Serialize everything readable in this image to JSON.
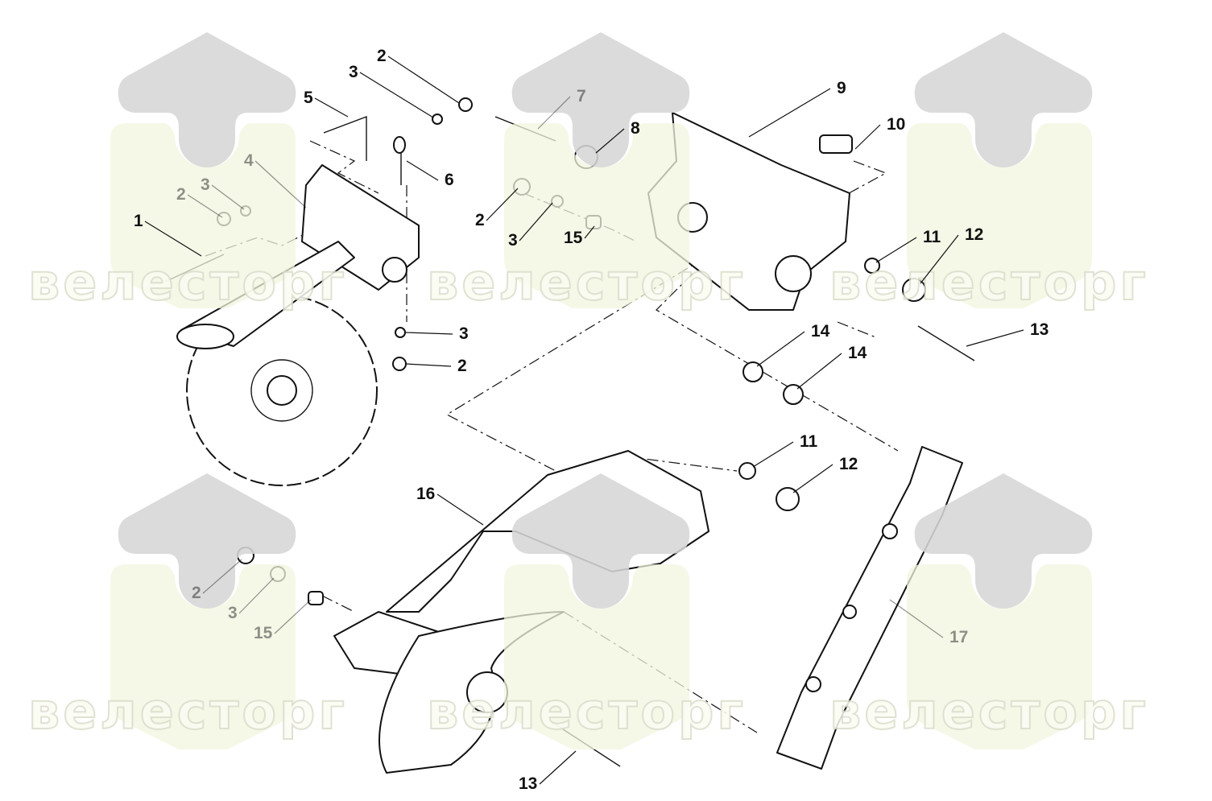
{
  "diagram": {
    "watermark_text": "велесторг",
    "callouts": [
      {
        "label": "2",
        "faded": false
      },
      {
        "label": "3",
        "faded": false
      },
      {
        "label": "5",
        "faded": false
      },
      {
        "label": "4",
        "faded": true
      },
      {
        "label": "3",
        "faded": true
      },
      {
        "label": "2",
        "faded": true
      },
      {
        "label": "1",
        "faded": false
      },
      {
        "label": "6",
        "faded": false
      },
      {
        "label": "7",
        "faded": true
      },
      {
        "label": "8",
        "faded": false
      },
      {
        "label": "9",
        "faded": false
      },
      {
        "label": "10",
        "faded": false
      },
      {
        "label": "2",
        "faded": false
      },
      {
        "label": "3",
        "faded": false
      },
      {
        "label": "15",
        "faded": false
      },
      {
        "label": "11",
        "faded": false
      },
      {
        "label": "12",
        "faded": false
      },
      {
        "label": "13",
        "faded": false
      },
      {
        "label": "3",
        "faded": false
      },
      {
        "label": "2",
        "faded": false
      },
      {
        "label": "14",
        "faded": false
      },
      {
        "label": "14",
        "faded": false
      },
      {
        "label": "11",
        "faded": false
      },
      {
        "label": "12",
        "faded": false
      },
      {
        "label": "16",
        "faded": false
      },
      {
        "label": "2",
        "faded": true
      },
      {
        "label": "3",
        "faded": true
      },
      {
        "label": "15",
        "faded": true
      },
      {
        "label": "17",
        "faded": true
      },
      {
        "label": "13",
        "faded": false
      }
    ]
  }
}
